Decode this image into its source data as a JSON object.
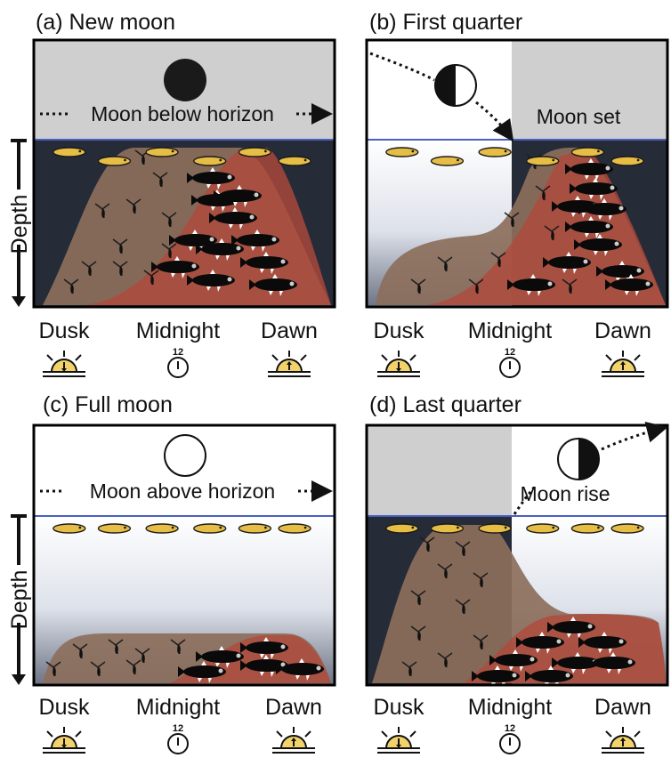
{
  "panels": [
    {
      "title": "(a) New moon",
      "moon_phase": "new",
      "moon_text": "Moon below horizon"
    },
    {
      "title": "(b) First quarter",
      "moon_phase": "first-quarter",
      "moon_text": "Moon set"
    },
    {
      "title": "(c) Full moon",
      "moon_phase": "full",
      "moon_text": "Moon above horizon"
    },
    {
      "title": "(d) Last quarter",
      "moon_phase": "last-quarter",
      "moon_text": "Moon rise"
    }
  ],
  "time_labels": {
    "dusk": "Dusk",
    "midnight": "Midnight",
    "dawn": "Dawn",
    "clock_number": "12"
  },
  "depth_label": "Depth",
  "colors": {
    "dark_water": "#262b38",
    "sky_gray": "#cfcfcf",
    "zooplankton": "#8c6f5c",
    "fish_layer": "#b04a3c",
    "surface_line": "#4a5fc4",
    "sun": "#f2d36b"
  }
}
